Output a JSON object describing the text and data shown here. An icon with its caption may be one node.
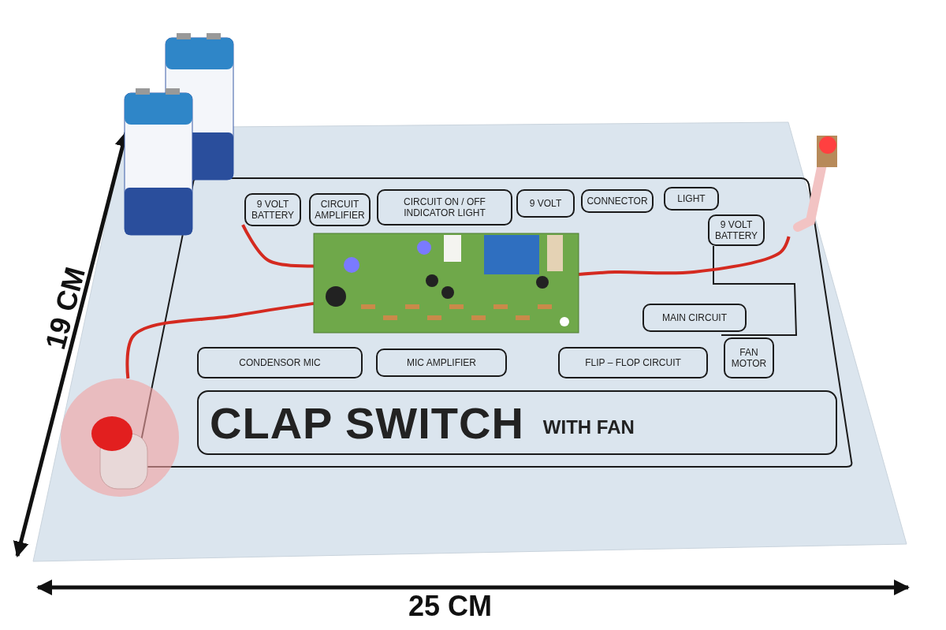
{
  "diagram": {
    "nodes": [
      {
        "text": [
          "9 VOLT BATTERY"
        ]
      },
      {
        "text": [
          "CIRCUIT AMPLIFIER"
        ]
      },
      {
        "text": [
          "CIRCUIT ON / OFF INDICATOR LIGHT"
        ]
      },
      {
        "text": [
          "9 VOLT"
        ]
      },
      {
        "text": [
          "CONNECTOR"
        ]
      },
      {
        "text": [
          "LIGHT"
        ]
      },
      {
        "text": [
          "9 VOLT BATTERY"
        ]
      },
      {
        "text": [
          "MAIN CIRCUIT"
        ]
      },
      {
        "text": [
          "FAN MOTOR"
        ]
      },
      {
        "text": [
          "CONDENSOR MIC"
        ]
      },
      {
        "text": [
          "MIC AMPLIFIER"
        ]
      },
      {
        "text": [
          "FLIP – FLOP CIRCUIT"
        ]
      },
      {
        "text": [
          "CLAP SWITCH",
          "WITH FAN"
        ]
      },
      {
        "text": [],
        "shape": "picture"
      },
      {
        "text": [],
        "shape": "picture"
      },
      {
        "text": [],
        "shape": "picture"
      },
      {
        "text": [],
        "shape": "picture"
      }
    ],
    "edges": [
      {
        "from": 13,
        "to": 14,
        "arrow": "none"
      },
      {
        "from": 14,
        "to": 15,
        "arrow": "none"
      },
      {
        "from": 14,
        "to": 16,
        "arrow": "none"
      }
    ],
    "labels": [
      "19 CM",
      "25 CM"
    ]
  }
}
